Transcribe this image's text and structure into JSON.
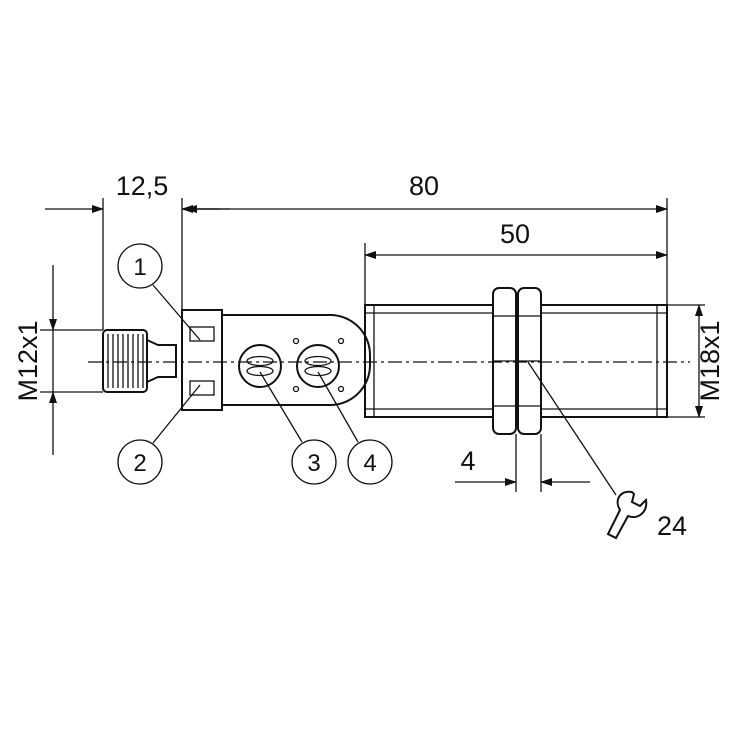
{
  "dimensions": {
    "connector_length": "12,5",
    "total_length": "80",
    "thread_length": "50",
    "nut_width": "4",
    "connector_thread": "M12x1",
    "body_thread": "M18x1",
    "wrench_size": "24"
  },
  "callouts": [
    "1",
    "2",
    "3",
    "4"
  ],
  "icons": {
    "wrench": "wrench-icon"
  }
}
